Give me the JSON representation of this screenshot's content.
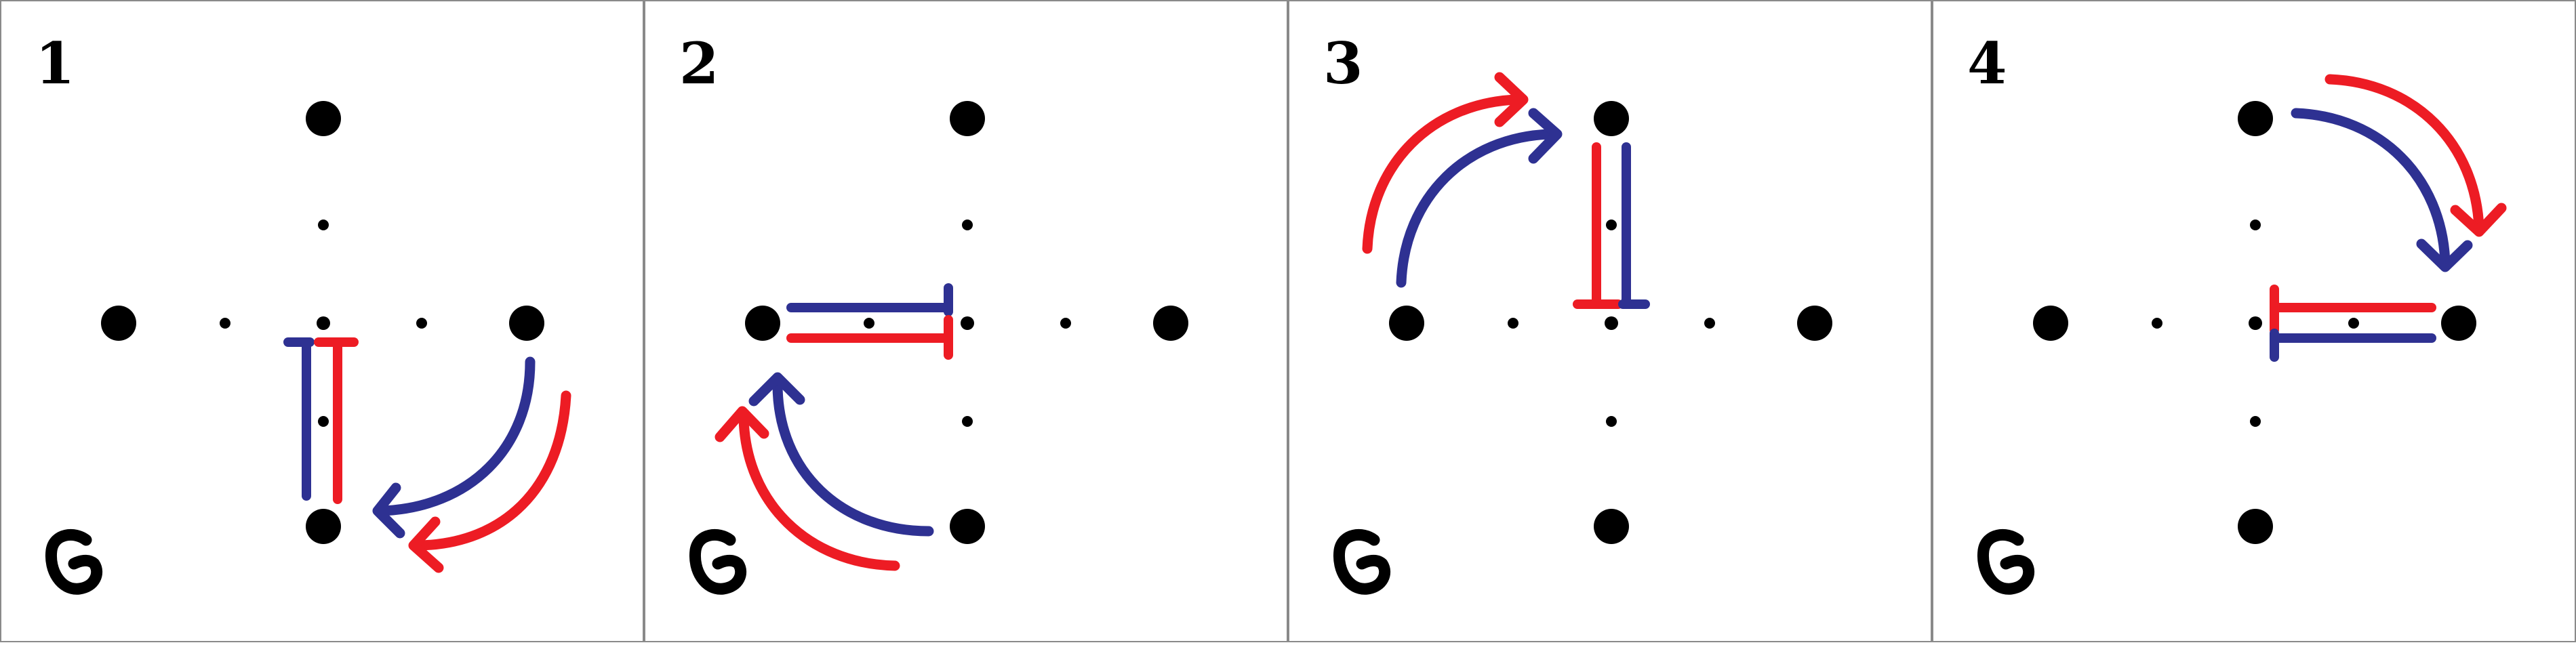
{
  "colors": {
    "blue": "#2e3192",
    "red": "#ed1c24",
    "ink": "#000000",
    "border": "#8a8a8a"
  },
  "panels": [
    {
      "number": "1",
      "glyph": "G"
    },
    {
      "number": "2",
      "glyph": "G"
    },
    {
      "number": "3",
      "glyph": "G"
    },
    {
      "number": "4",
      "glyph": "G"
    }
  ]
}
